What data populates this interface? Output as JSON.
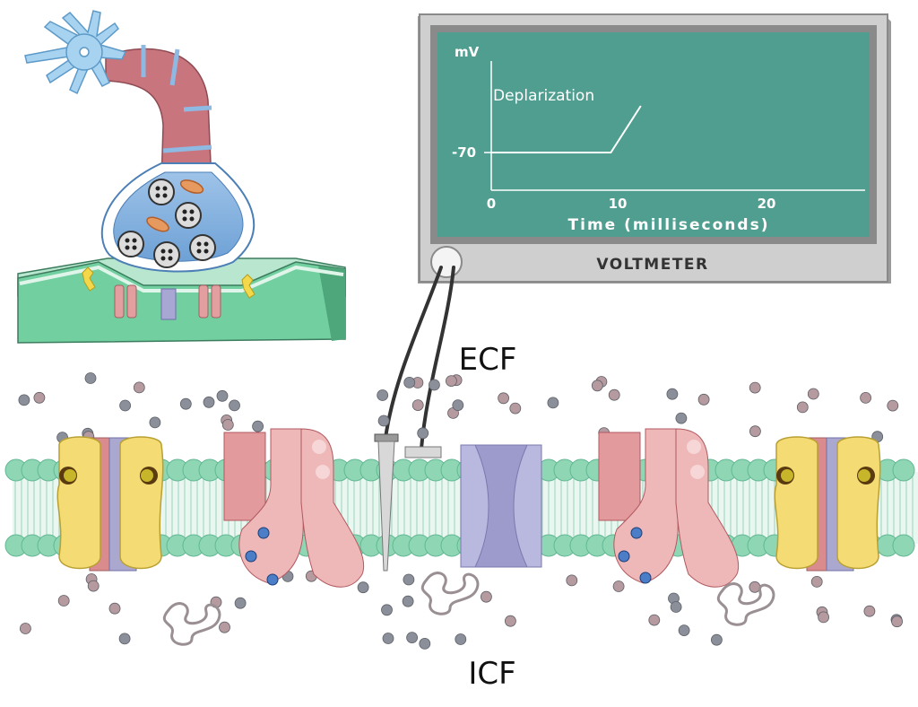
{
  "voltmeter": {
    "label": "VOLTMETER",
    "screen_color": "#4f9e90",
    "casing_color": "#c8c8c8"
  },
  "chart_data": {
    "type": "line",
    "ylabel": "mV",
    "xlabel": "Time (milliseconds)",
    "x_ticks": [
      "0",
      "10",
      "20"
    ],
    "y_ticks": [
      "-70"
    ],
    "annotation": "Deplarization",
    "xlim": [
      0,
      25
    ],
    "points": [
      [
        0,
        -70
      ],
      [
        8,
        -70
      ],
      [
        10,
        -40
      ]
    ]
  },
  "regions": {
    "outside": "ECF",
    "inside": "ICF"
  },
  "colors": {
    "membrane_head": "#8fd6b4",
    "channel_pink": "#e3a0a4",
    "channel_lavender": "#aeadd6",
    "pump_yellow": "#f3d86a",
    "ion_gray": "#8a8f9a",
    "ion_mauve": "#b59a9f"
  }
}
